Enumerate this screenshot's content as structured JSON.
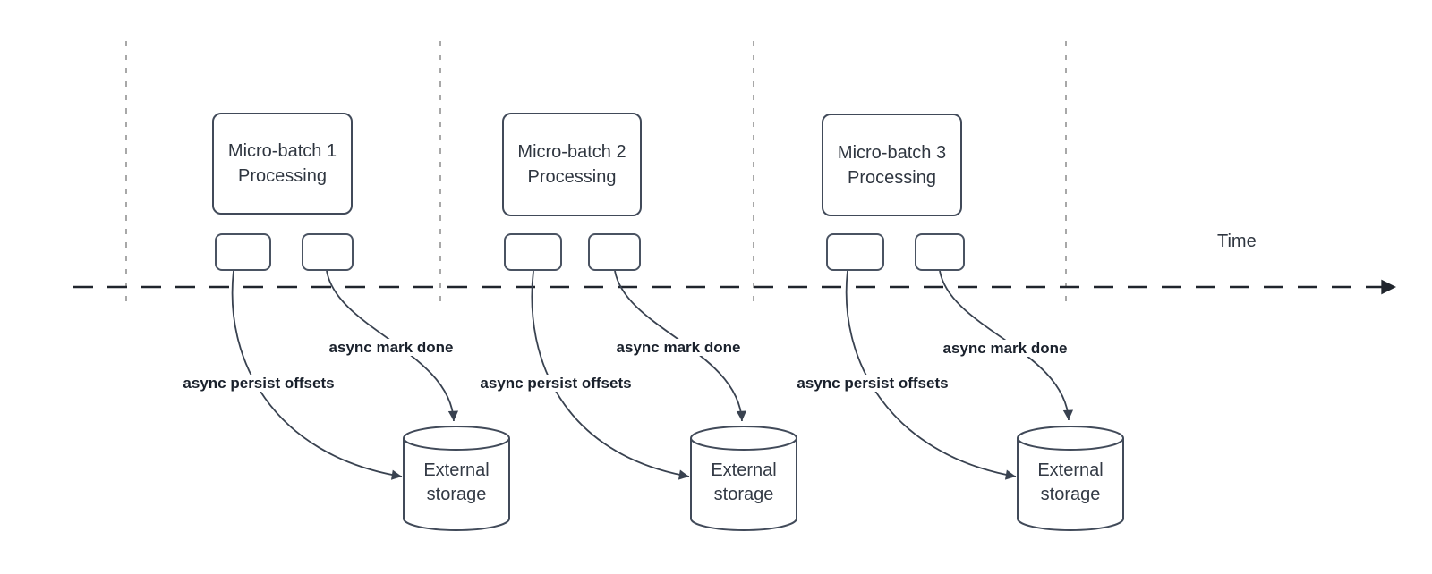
{
  "diagram": {
    "title_hint": "micro-batch streaming with async checkpointing",
    "time_axis": {
      "label": "Time"
    },
    "batches": [
      {
        "process_box": {
          "title": "Micro-batch 1",
          "subtitle": "Processing"
        },
        "persist_arrow_label": "async persist offsets",
        "done_arrow_label": "async mark done",
        "storage": {
          "line1": "External",
          "line2": "storage"
        }
      },
      {
        "process_box": {
          "title": "Micro-batch 2",
          "subtitle": "Processing"
        },
        "persist_arrow_label": "async persist offsets",
        "done_arrow_label": "async mark done",
        "storage": {
          "line1": "External",
          "line2": "storage"
        }
      },
      {
        "process_box": {
          "title": "Micro-batch 3",
          "subtitle": "Processing"
        },
        "persist_arrow_label": "async persist offsets",
        "done_arrow_label": "async mark done",
        "storage": {
          "line1": "External",
          "line2": "storage"
        }
      }
    ],
    "colors": {
      "shape_stroke": "#414a59",
      "curve_stroke": "#394250",
      "timeline_stroke": "#20252d",
      "guide_line": "#a8a8a8",
      "label_text": "#1a212c",
      "shape_text": "#2f3640",
      "background": "#ffffff"
    }
  }
}
